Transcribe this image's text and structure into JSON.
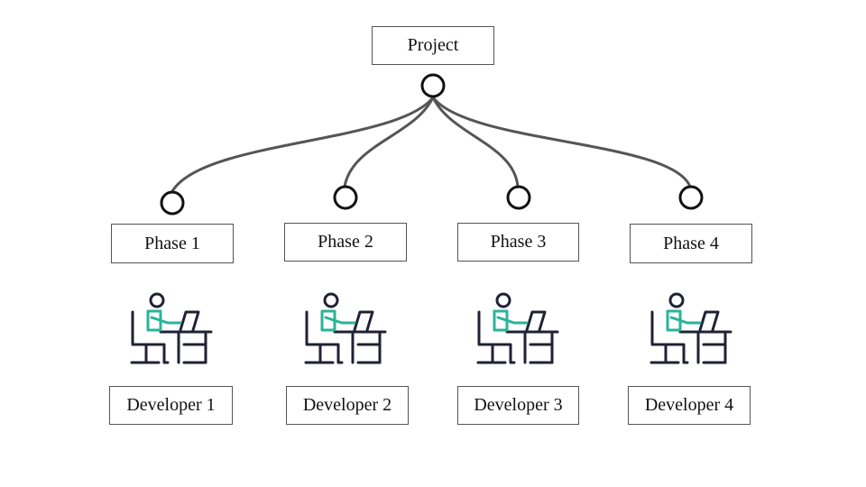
{
  "project": {
    "label": "Project"
  },
  "phases": [
    {
      "label": "Phase 1"
    },
    {
      "label": "Phase 2"
    },
    {
      "label": "Phase 3"
    },
    {
      "label": "Phase 4"
    }
  ],
  "developers": [
    {
      "label": "Developer 1",
      "icon": "developer-at-desk-icon"
    },
    {
      "label": "Developer 2",
      "icon": "developer-at-desk-icon"
    },
    {
      "label": "Developer 3",
      "icon": "developer-at-desk-icon"
    },
    {
      "label": "Developer 4",
      "icon": "developer-at-desk-icon"
    }
  ],
  "colors": {
    "line": "#555555",
    "icon_outline": "#1f2233",
    "icon_accent": "#2bb39a"
  }
}
